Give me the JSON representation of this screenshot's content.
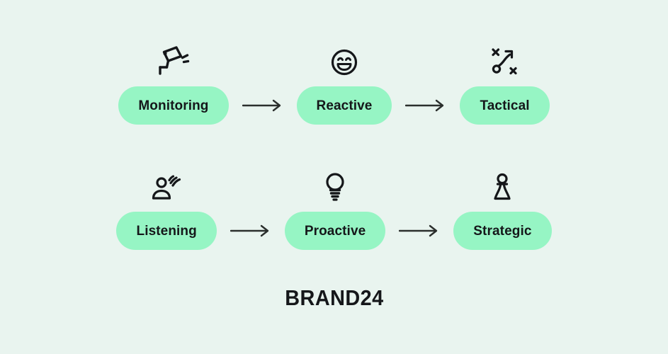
{
  "theme": {
    "background": "#e9f4ef",
    "pill_fill": "#96f5c4",
    "ink": "#15171a",
    "arrow_color": "#2b2f2d"
  },
  "diagram": {
    "rows": [
      {
        "id": "evolution-row-top",
        "stages": [
          {
            "label": "Monitoring",
            "icon": "cctv-camera-icon"
          },
          {
            "label": "Reactive",
            "icon": "smiley-face-icon"
          },
          {
            "label": "Tactical",
            "icon": "tactics-play-icon"
          }
        ],
        "connector": "arrow-right-icon"
      },
      {
        "id": "evolution-row-bottom",
        "stages": [
          {
            "label": "Listening",
            "icon": "person-listening-icon"
          },
          {
            "label": "Proactive",
            "icon": "lightbulb-icon"
          },
          {
            "label": "Strategic",
            "icon": "chess-pawn-icon"
          }
        ],
        "connector": "arrow-right-icon"
      }
    ]
  },
  "footer": {
    "brand": "BRAND24"
  }
}
